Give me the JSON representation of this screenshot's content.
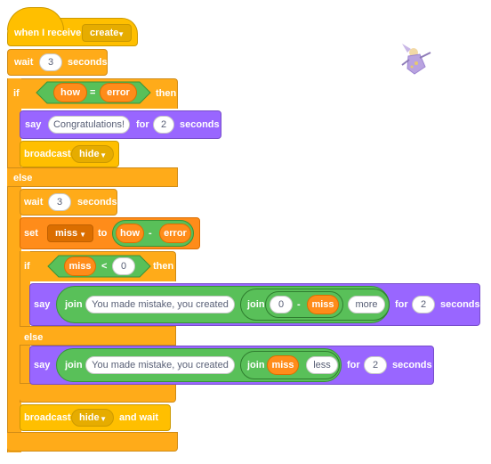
{
  "when_receive": {
    "label": "when I receive",
    "message": "create",
    "caret": "▼"
  },
  "wait1": {
    "label": "wait",
    "value": "3",
    "unit": "seconds"
  },
  "if_outer": {
    "if": "if",
    "left": "how",
    "op": "=",
    "right": "error",
    "then": "then",
    "else": "else"
  },
  "say1": {
    "label": "say",
    "text": "Congratulations!",
    "for": "for",
    "secs": "2",
    "unit": "seconds"
  },
  "broadcast1": {
    "label": "broadcast",
    "message": "hide"
  },
  "wait2": {
    "label": "wait",
    "value": "3",
    "unit": "seconds"
  },
  "set1": {
    "label": "set",
    "var": "miss",
    "to": "to",
    "left": "how",
    "op": "-",
    "right": "error"
  },
  "if_inner": {
    "if": "if",
    "left": "miss",
    "op": "<",
    "right": "0",
    "then": "then",
    "else": "else"
  },
  "say2": {
    "label": "say",
    "join": "join",
    "text": "You made mistake, you created",
    "join2": "join",
    "zero": "0",
    "minus": "-",
    "var": "miss",
    "word": "more",
    "for": "for",
    "secs": "2",
    "unit": "seconds"
  },
  "say3": {
    "label": "say",
    "join": "join",
    "text": "You made mistake, you created",
    "join2": "join",
    "var": "miss",
    "word": "less",
    "for": "for",
    "secs": "2",
    "unit": "seconds"
  },
  "broadcast2": {
    "label": "broadcast",
    "message": "hide",
    "suffix": "and wait"
  },
  "sprite": {
    "icon": "wizard-sprite-icon"
  },
  "colors": {
    "events": "#FFBF00",
    "control": "#FFAB19",
    "looks": "#9966FF",
    "variables": "#FF8C1A",
    "operators": "#59C059"
  }
}
